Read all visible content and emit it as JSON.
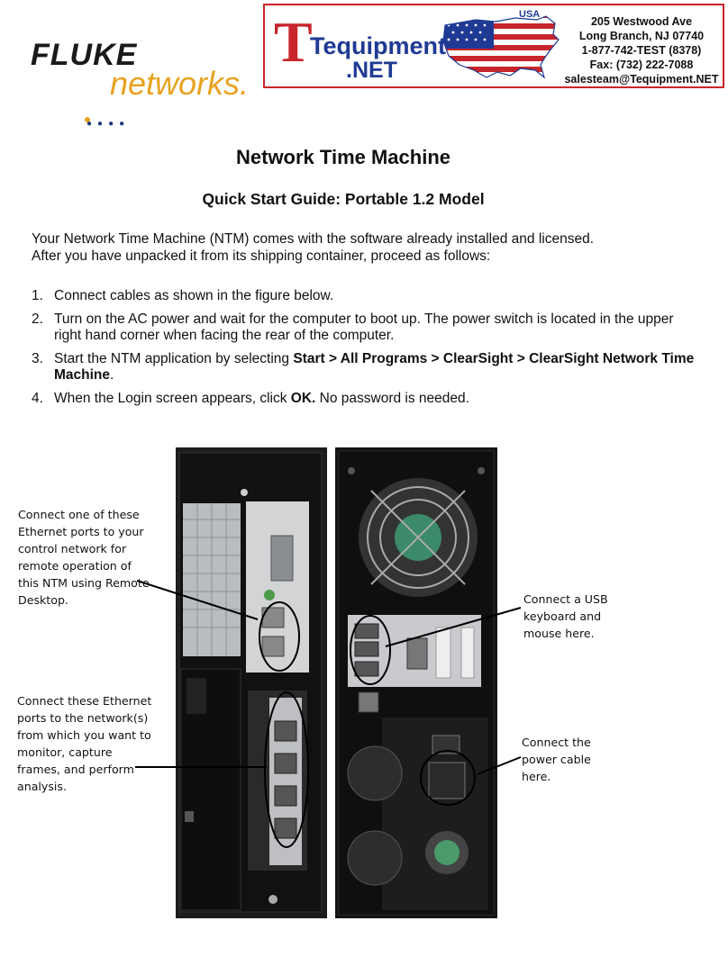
{
  "header": {
    "fluke_logo_word": "FLUKE",
    "networks_logo_word": "networks.",
    "tequipment_logo_text": "Tequipment",
    "tequipment_net": ".NET",
    "usa_label": "USA",
    "address_lines": [
      "205 Westwood Ave",
      "Long Branch, NJ 07740",
      "1-877-742-TEST (8378)",
      "Fax: (732) 222-7088",
      "salesteam@Tequipment.NET"
    ]
  },
  "document": {
    "title": "Network Time Machine",
    "subtitle": "Quick Start Guide: Portable 1.2 Model",
    "intro_lines": [
      "Your Network Time Machine (NTM) comes with the software already installed and licensed.",
      "After you have unpacked it from its shipping container, proceed as follows:"
    ],
    "steps": [
      {
        "num": "1.",
        "before": "Connect cables as shown in the figure below.",
        "bold": "",
        "after": ""
      },
      {
        "num": "2.",
        "before": "Turn on the AC power and wait for the computer to boot up. The power switch is located in the upper right hand corner when facing the rear of the computer.",
        "bold": "",
        "after": ""
      },
      {
        "num": "3.",
        "before": "Start the NTM application by selecting ",
        "bold": "Start > All Programs > ClearSight > ClearSight Network Time Machine",
        "after": "."
      },
      {
        "num": "4.",
        "before": "When the Login screen appears, click ",
        "bold": "OK.",
        "after": " No password is needed."
      }
    ]
  },
  "callouts": {
    "control_network": "Connect one of these Ethernet ports to your control network for remote operation of this NTM using Remote Desktop.",
    "monitor_network": "Connect these Ethernet ports to the network(s) from which you want to monitor, capture frames, and perform analysis.",
    "usb": "Connect a USB keyboard and mouse here.",
    "power": "Connect the power cable here."
  },
  "colors": {
    "fluke_orange": "#e8a21f",
    "tequipment_red": "#c8252c",
    "tequipment_blue": "#1f3a93"
  }
}
